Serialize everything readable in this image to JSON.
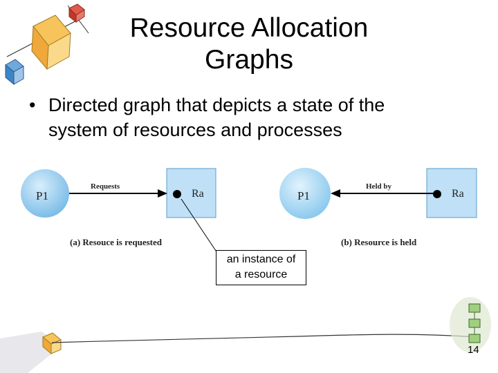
{
  "slide": {
    "title_line1": "Resource Allocation",
    "title_line2": "Graphs",
    "bullet_symbol": "•",
    "bullet_line1": "Directed graph that depicts a state of the",
    "bullet_line2": "system of resources and processes",
    "page_number": "14"
  },
  "diagram_a": {
    "process_label": "P1",
    "resource_label": "Ra",
    "edge_label": "Requests",
    "caption": "(a) Resouce is requested"
  },
  "diagram_b": {
    "process_label": "P1",
    "resource_label": "Ra",
    "edge_label": "Held by",
    "caption": "(b) Resource is held"
  },
  "callout": {
    "line1": "an instance of",
    "line2": "a resource"
  },
  "colors": {
    "process_fill": "#8cc6ec",
    "resource_fill": "#bfe0f6",
    "resource_border": "#5a9ccc"
  }
}
